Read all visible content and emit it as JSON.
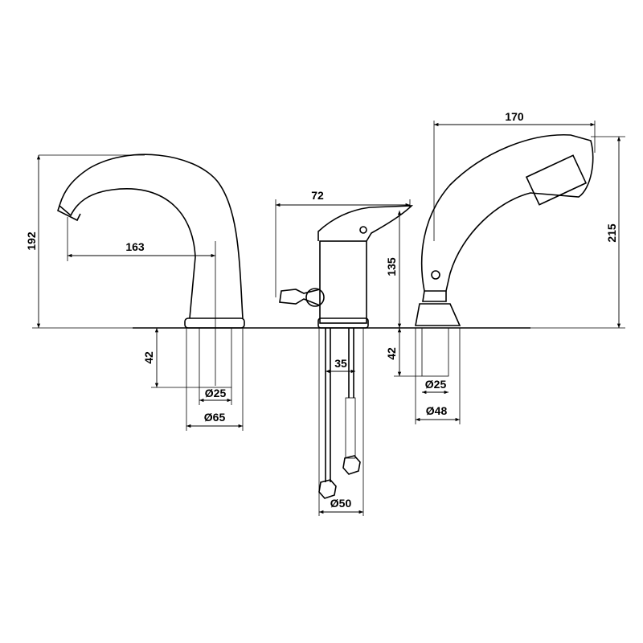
{
  "drawing": {
    "spout": {
      "height": "192",
      "reach": "163",
      "thread_length": "42",
      "thread_diameter": "Ø25",
      "base_diameter": "Ø65"
    },
    "mixer": {
      "width": "72",
      "height": "135",
      "hose_spacing": "35",
      "base_diameter": "Ø50"
    },
    "hand_shower": {
      "length": "170",
      "height": "215",
      "thread_length": "42",
      "thread_diameter": "Ø25",
      "base_diameter": "Ø48"
    }
  }
}
